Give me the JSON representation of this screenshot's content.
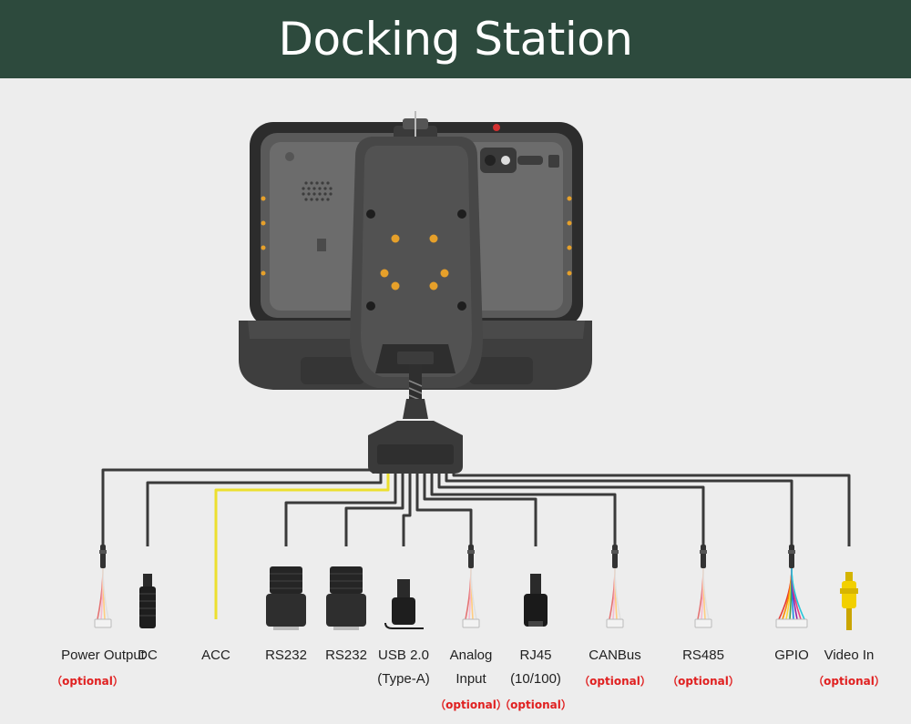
{
  "title": "Docking Station",
  "colors": {
    "banner": "#2d4a3d",
    "background": "#ededed",
    "cable": "#3a3a3a",
    "acc_cable": "#ecdf2e",
    "optional_text": "#e02020",
    "accent_dots": "#e6a02a"
  },
  "optional_text": "（optional）",
  "connectors": [
    {
      "id": "power-output",
      "label": "Power Output",
      "label2": "",
      "optional": true,
      "icon": "wire-harness-icon"
    },
    {
      "id": "dc",
      "label": "DC",
      "label2": "",
      "optional": false,
      "icon": "dc-barrel-plug-icon"
    },
    {
      "id": "acc",
      "label": "ACC",
      "label2": "",
      "optional": false,
      "icon": "yellow-wire-icon"
    },
    {
      "id": "rs232-1",
      "label": "RS232",
      "label2": "",
      "optional": false,
      "icon": "db9-connector-icon"
    },
    {
      "id": "rs232-2",
      "label": "RS232",
      "label2": "",
      "optional": false,
      "icon": "db9-connector-icon"
    },
    {
      "id": "usb",
      "label": "USB 2.0",
      "label2": "(Type-A)",
      "optional": false,
      "icon": "usb-a-connector-icon"
    },
    {
      "id": "analog-input",
      "label": "Analog",
      "label2": "Input",
      "optional": true,
      "icon": "wire-harness-icon"
    },
    {
      "id": "rj45",
      "label": "RJ45",
      "label2": "(10/100)",
      "optional": true,
      "icon": "rj45-connector-icon"
    },
    {
      "id": "canbus",
      "label": "CANBus",
      "label2": "",
      "optional": true,
      "icon": "wire-harness-icon"
    },
    {
      "id": "rs485",
      "label": "RS485",
      "label2": "",
      "optional": true,
      "icon": "wire-harness-icon"
    },
    {
      "id": "gpio",
      "label": "GPIO",
      "label2": "",
      "optional": false,
      "icon": "gpio-harness-icon"
    },
    {
      "id": "video-in",
      "label": "Video In",
      "label2": "",
      "optional": true,
      "icon": "rca-connector-icon"
    }
  ]
}
